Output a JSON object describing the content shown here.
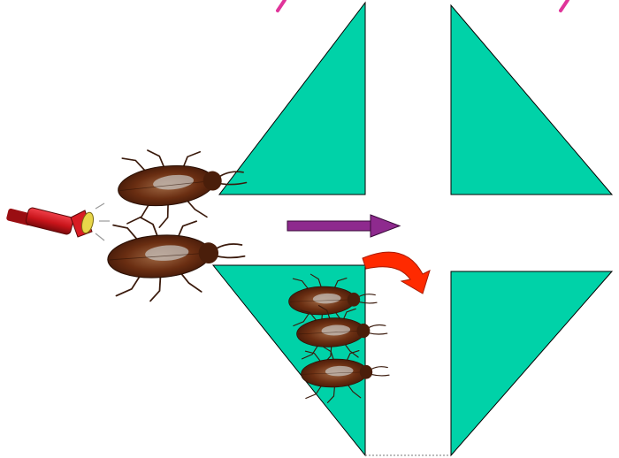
{
  "colors": {
    "triangle_fill": "#00D2A8",
    "triangle_stroke": "#000000",
    "title_magenta": "#E0349A",
    "arrow_purple": "#8E2A8E",
    "curved_arrow_red": "#FF2A00",
    "flashlight_red": "#C8141A",
    "flashlight_lens": "#E8D64A",
    "cockroach_body": "#6A2E12"
  },
  "icons": {
    "flashlight": "flashlight-icon",
    "cockroach": "cockroach-icon",
    "straight_arrow": "right-arrow-icon",
    "curved_arrow": "curved-turn-arrow-icon"
  },
  "diagram": {
    "triangles": [
      "upper-left",
      "upper-right",
      "lower-left",
      "lower-right"
    ],
    "cockroach_count": 5,
    "light_source": "flashlight"
  }
}
